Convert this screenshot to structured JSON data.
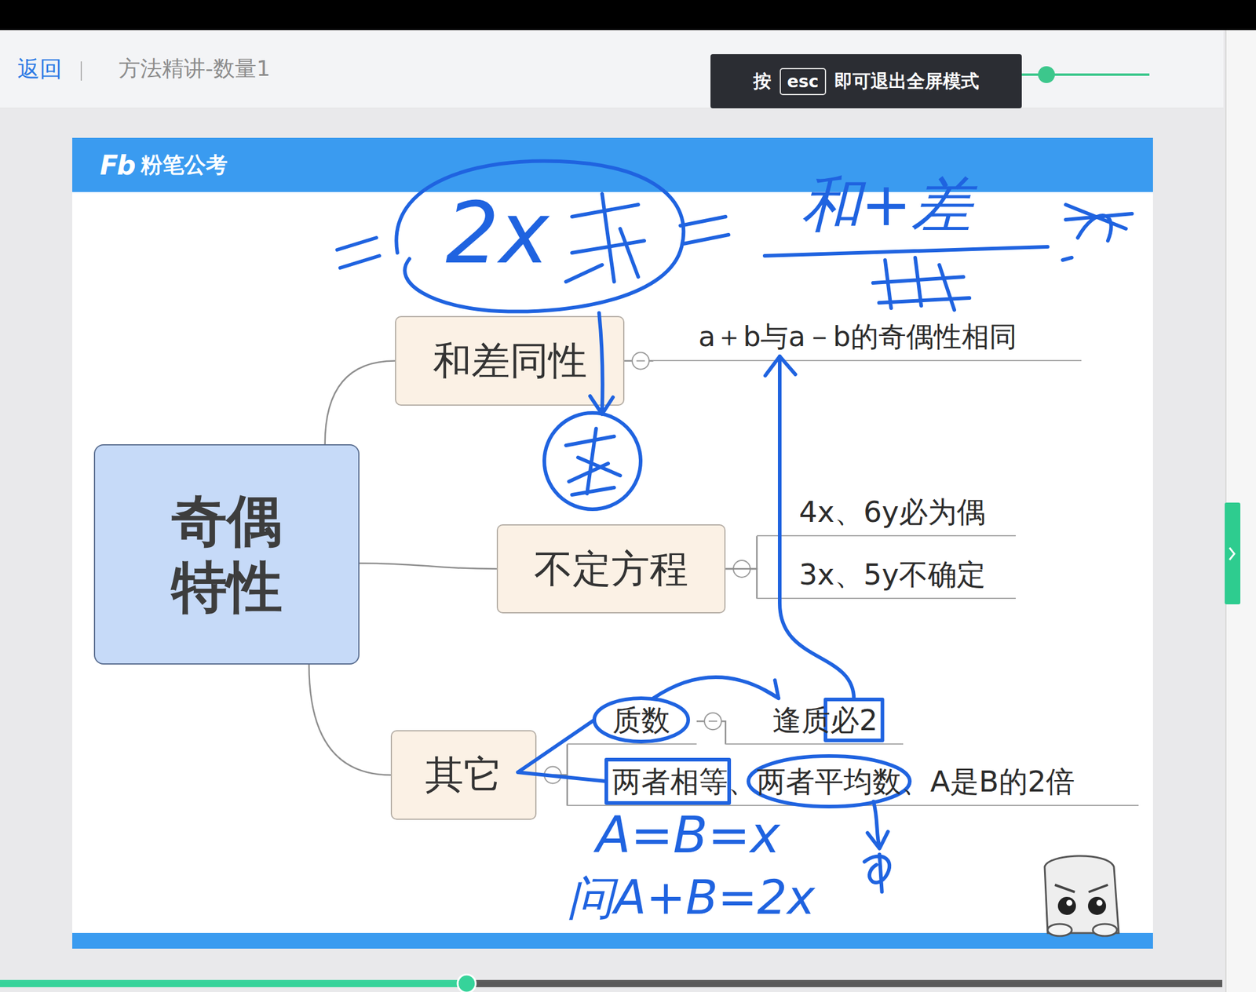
{
  "diagram": {
    "nodes": [
      {
        "text": [
          "返回",
          "方法精讲-数量1"
        ]
      },
      {
        "text": [
          "按",
          "即可退出全屏模式"
        ]
      },
      {
        "text": [
          "esc"
        ],
        "in": 1
      },
      {
        "text": [
          "Fb",
          "粉笔公考"
        ]
      },
      {
        "text": [
          "奇偶特性"
        ]
      },
      {
        "text": [
          "和差同性"
        ]
      },
      {
        "text": [
          "a＋b与a－b的奇偶性相同"
        ]
      },
      {
        "text": [
          "不定方程"
        ]
      },
      {
        "text": [
          "4x、6y必为偶"
        ]
      },
      {
        "text": [
          "3x、5y不确定"
        ]
      },
      {
        "text": [
          "其它"
        ]
      },
      {
        "text": [
          "质数"
        ]
      },
      {
        "text": [
          "逢质必2"
        ]
      },
      {
        "text": [
          "两者相等、两者平均数、A是B的2倍"
        ]
      }
    ],
    "edges": [
      {
        "from": 4,
        "to": 5,
        "arrow": "none"
      },
      {
        "from": 4,
        "to": 7,
        "arrow": "none"
      },
      {
        "from": 4,
        "to": 10,
        "arrow": "none"
      },
      {
        "from": 5,
        "to": 6,
        "arrow": "none"
      },
      {
        "from": 7,
        "to": 8,
        "arrow": "none"
      },
      {
        "from": 7,
        "to": 9,
        "arrow": "none"
      },
      {
        "from": 10,
        "to": 11,
        "arrow": "none"
      },
      {
        "from": 11,
        "to": 12,
        "arrow": "none"
      },
      {
        "from": 10,
        "to": 13,
        "arrow": "none"
      }
    ],
    "labels": [
      "2x",
      "和+差",
      "A=B=x",
      "问A+B=2x"
    ]
  }
}
